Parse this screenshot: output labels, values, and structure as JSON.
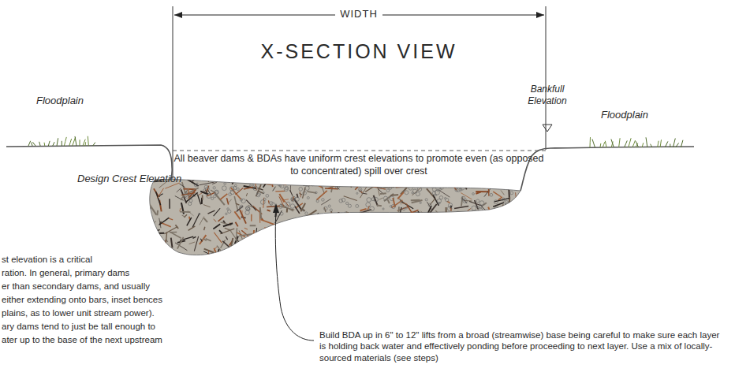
{
  "diagram": {
    "labels": [
      "WIDTH",
      "X-SECTION VIEW",
      "Floodplain",
      "Floodplain",
      "Bankfull Elevation",
      "All beaver dams & BDAs have uniform crest elevations to promote even (as opposed to concentrated)  spill over crest",
      "Design Crest Elevation",
      "st elevation is a critical",
      "ration. In general, primary dams",
      "er than secondary dams, and usually",
      "either extending onto bars, inset bences",
      "plains, as to lower unit stream power).",
      "ary dams tend to just be tall enough to",
      "ater up to the base of the next upstream",
      "Build BDA up in 6\" to 12\" lifts from a broad (streamwise) base being careful to make sure each layer is holding back water and effectively ponding before proceeding to next layer. Use a mix of locally-sourced materials (see steps)"
    ]
  }
}
